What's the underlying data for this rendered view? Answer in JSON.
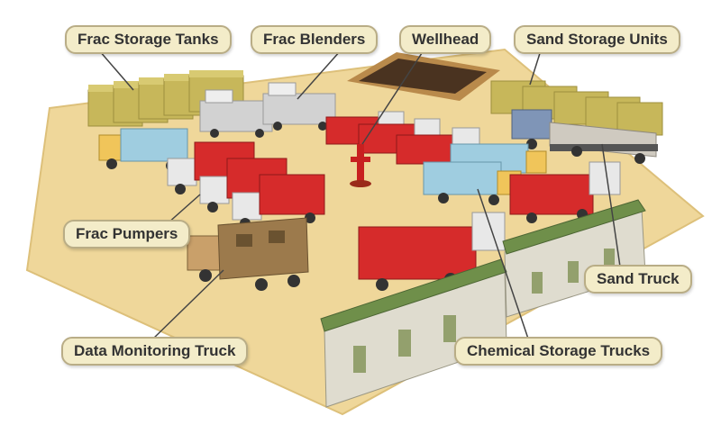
{
  "labels": {
    "frac_storage_tanks": "Frac Storage Tanks",
    "frac_blenders": "Frac Blenders",
    "wellhead": "Wellhead",
    "sand_storage_units": "Sand Storage Units",
    "frac_pumpers": "Frac Pumpers",
    "sand_truck": "Sand Truck",
    "data_monitoring_truck": "Data Monitoring Truck",
    "chemical_storage_trucks": "Chemical Storage Trucks"
  },
  "colors": {
    "ground": "#efd79a",
    "ground_edge": "#ddc07a",
    "tank": "#c7b75a",
    "pumper_red": "#d62b2b",
    "cab_white": "#e8e8e8",
    "chemical_blue": "#9fcde0",
    "data_truck_brown": "#9c7a4c",
    "trailer_wall": "#dfdccf",
    "trailer_roof": "#6f8f4a",
    "callout_bg": "#f3ecc9",
    "callout_border": "#b9ad86"
  }
}
